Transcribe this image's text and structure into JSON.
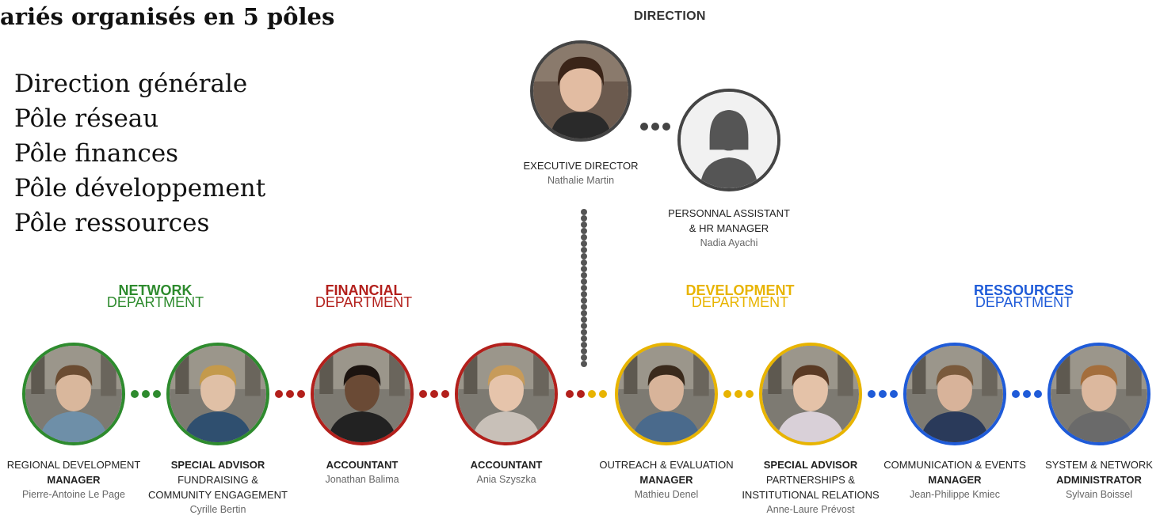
{
  "heading": "ariés organisés en 5 pôles",
  "poles": [
    "Direction générale",
    "Pôle réseau",
    "Pôle finances",
    "Pôle développement",
    "Pôle ressources"
  ],
  "direction": {
    "title": "DIRECTION",
    "executive": {
      "role": "EXECUTIVE DIRECTOR",
      "name": "Nathalie Martin"
    },
    "assistant": {
      "role1": "PERSONNAL ASSISTANT",
      "role2": "& HR MANAGER",
      "name": "Nadia Ayachi"
    }
  },
  "departments": [
    {
      "line1": "NETWORK",
      "line2": "DEPARTMENT",
      "color": "#2e8b2e"
    },
    {
      "line1": "FINANCIAL",
      "line2": "DEPARTMENT",
      "color": "#b3201c"
    },
    {
      "line1": "DEVELOPMENT",
      "line2": "DEPARTMENT",
      "color": "#e8b400"
    },
    {
      "line1": "RESSOURCES",
      "line2": "DEPARTMENT",
      "color": "#1f5bd8"
    }
  ],
  "staff": [
    {
      "role1": "REGIONAL DEVELOPMENT",
      "role2": "MANAGER",
      "name": "Pierre-Antoine Le Page",
      "color": "#2e8b2e"
    },
    {
      "role1": "SPECIAL ADVISOR",
      "role2": "FUNDRAISING &",
      "role3": "COMMUNITY ENGAGEMENT",
      "name": "Cyrille Bertin",
      "color": "#2e8b2e"
    },
    {
      "role1": "ACCOUNTANT",
      "name": "Jonathan Balima",
      "color": "#b3201c"
    },
    {
      "role1": "ACCOUNTANT",
      "name": "Ania Szyszka",
      "color": "#b3201c"
    },
    {
      "role1": "OUTREACH & EVALUATION",
      "role2": "MANAGER",
      "name": "Mathieu Denel",
      "color": "#e8b400"
    },
    {
      "role1": "SPECIAL ADVISOR",
      "role2": "PARTNERSHIPS &",
      "role3": "INSTITUTIONAL RELATIONS",
      "name": "Anne-Laure Prévost",
      "color": "#e8b400"
    },
    {
      "role1": "COMMUNICATION & EVENTS",
      "role2": "MANAGER",
      "name": "Jean-Philippe Kmiec",
      "color": "#1f5bd8"
    },
    {
      "role1": "SYSTEM & NETWORK",
      "role2": "ADMINISTRATOR",
      "name": "Sylvain Boissel",
      "color": "#1f5bd8"
    }
  ]
}
